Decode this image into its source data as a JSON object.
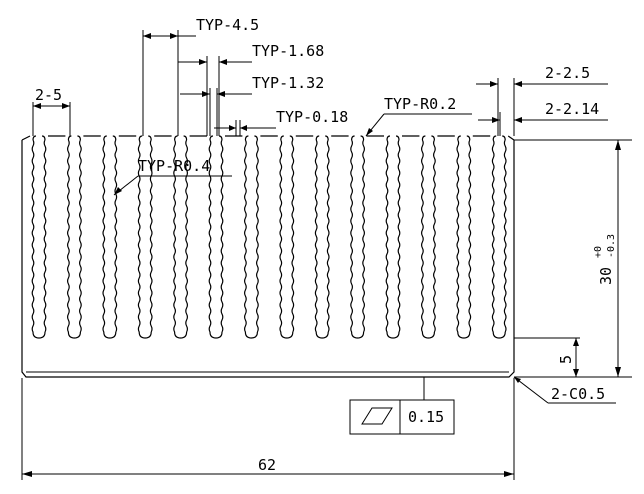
{
  "drawing": {
    "labels": {
      "typ_pitch": "TYP-4.5",
      "typ_fin_width": "TYP-1.68",
      "typ_fin_root": "TYP-1.32",
      "typ_serration": "TYP-0.18",
      "typ_tip_radius": "TYP-R0.2",
      "typ_root_radius": "TYP-R0.4",
      "end_gap": "2-5",
      "end_fin_width": "2-2.5",
      "end_fin_root": "2-2.14",
      "chamfer": "2-C0.5",
      "base_thickness": "5",
      "overall_width": "62",
      "height_main": "30",
      "height_tol_upper": "+0",
      "height_tol_lower": "-0.3",
      "flatness_value": "0.15"
    },
    "icons": {
      "flatness": "flatness-symbol-icon"
    },
    "colors": {
      "line": "#000000",
      "background": "#ffffff"
    }
  }
}
